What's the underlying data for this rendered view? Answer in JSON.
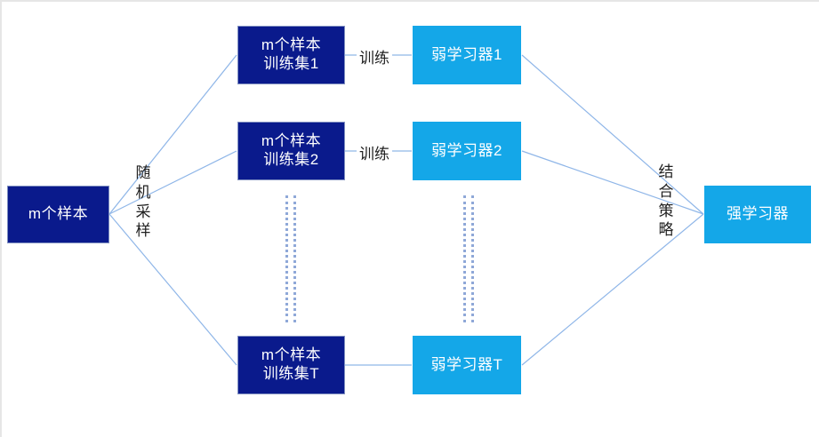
{
  "diagram": {
    "title": "Bagging ensemble learning flow",
    "colors": {
      "dark_box": "#0a1a8c",
      "light_box": "#14a7e8",
      "line": "#8fb6e8",
      "text_on_box": "#ffffff",
      "label_text": "#202020",
      "canvas_border": "#e6e6e6"
    },
    "nodes": {
      "source_sample": "m个样本",
      "train_set_1": "m个样本\n训练集1",
      "train_set_2": "m个样本\n训练集2",
      "train_set_t": "m个样本\n训练集T",
      "weak_learner_1": "弱学习器1",
      "weak_learner_2": "弱学习器2",
      "weak_learner_t": "弱学习器T",
      "strong_learner": "强学习器"
    },
    "labels": {
      "sampling": "随机采样",
      "training_1": "训练",
      "training_2": "训练",
      "combine": "结合策略"
    },
    "ellipsis": {
      "train_column": "vertical-dots",
      "learner_column": "vertical-dots"
    }
  }
}
